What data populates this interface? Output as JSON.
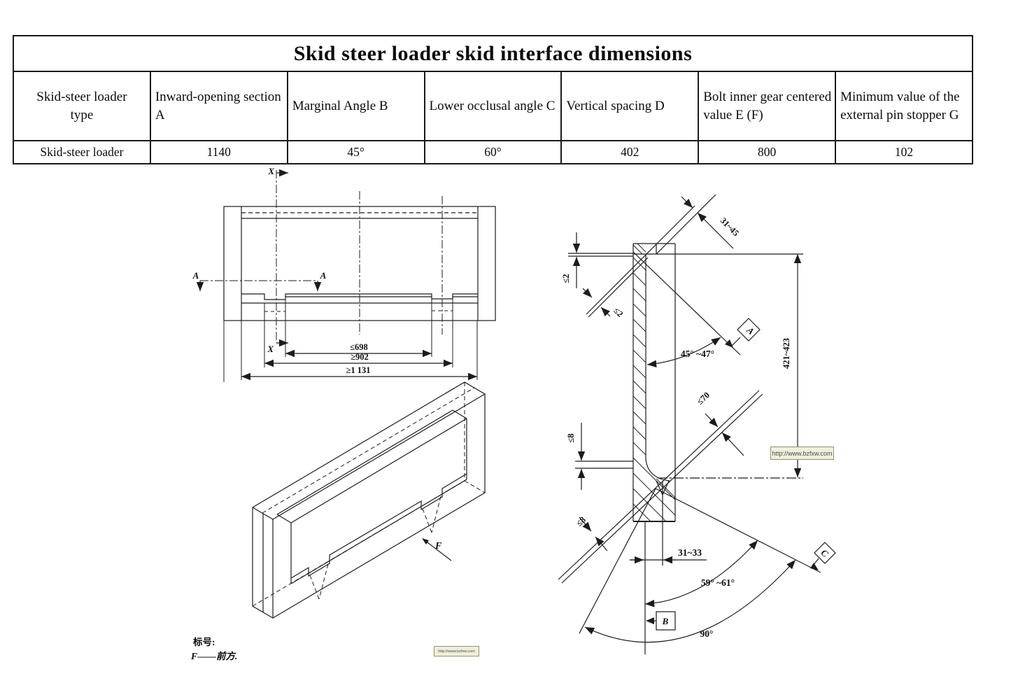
{
  "table": {
    "title": "Skid steer loader skid interface dimensions",
    "headers": [
      "Skid-steer loader type",
      "Inward-opening section A",
      "Marginal Angle B",
      "Lower occlusal angle C",
      "Vertical spacing D",
      "Bolt inner gear centered value E (F)",
      "Minimum value of the external pin stopper G"
    ],
    "row": [
      "Skid-steer loader",
      "1140",
      "45°",
      "60°",
      "402",
      "800",
      "102"
    ]
  },
  "plan_view": {
    "datum_x": "X",
    "section_a": "A",
    "dim_698": "≤698",
    "dim_902": "≥902",
    "dim_1131": "≥1 131"
  },
  "iso_view": {
    "front_label": "F"
  },
  "notes": {
    "line1": "标号:",
    "line2": "F——前方."
  },
  "section_view": {
    "dim_31_45": "31~45",
    "thk_2": "≤2",
    "angle_45_47": "45° ~47°",
    "dim_70": "≤70",
    "dim_421_423": "421~423",
    "thk_8": "≤8",
    "dim_31_33": "31~33",
    "angle_59_61": "59° ~61°",
    "angle_90": "90°",
    "datum_a": "A",
    "datum_b": "B",
    "datum_c": "C"
  },
  "watermark": {
    "url_text": "http://www.bzfxw.com"
  },
  "colors": {
    "ink": "#1c1c1c",
    "watermark_bg": "#f1eeda",
    "watermark_border": "#94927b"
  }
}
